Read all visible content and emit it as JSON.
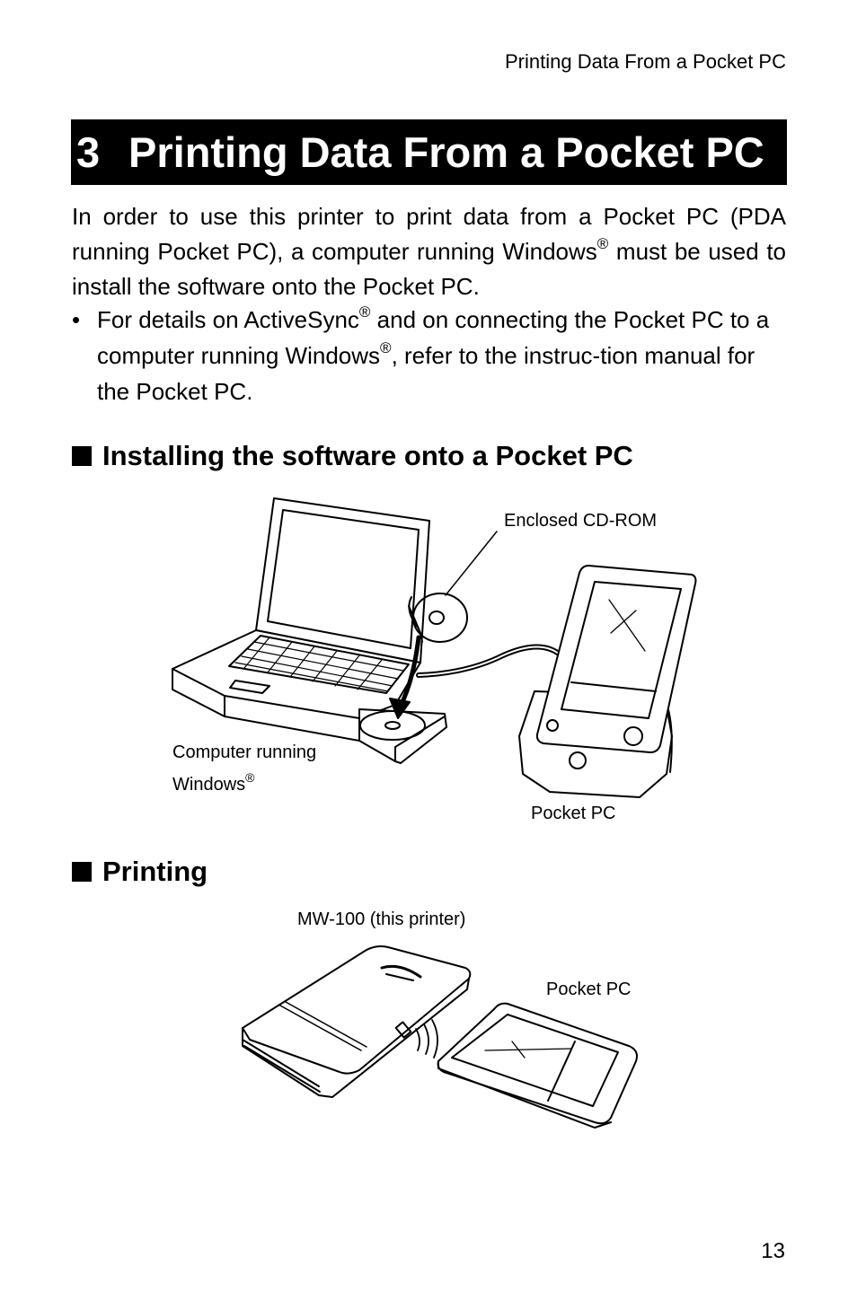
{
  "running_header": "Printing Data From a Pocket PC",
  "chapter": {
    "number": "3",
    "title": "Printing Data From a Pocket PC"
  },
  "intro": {
    "part1": "In order to use this printer to print data from a Pocket PC (PDA running Pocket PC), a computer running Windows",
    "reg": "®",
    "part2": " must be used to install the software onto the Pocket PC."
  },
  "bullet": {
    "marker": "•",
    "part1": "For details on ActiveSync",
    "reg1": "®",
    "part2": " and on connecting the Pocket PC to a computer running Windows",
    "reg2": "®",
    "part3": ", refer to the instruc-tion manual for the Pocket PC."
  },
  "sections": {
    "install": {
      "heading": "Installing the software onto a Pocket PC",
      "labels": {
        "cdrom": "Enclosed CD-ROM",
        "computer_line1": "Computer running",
        "computer_line2": "Windows",
        "computer_reg": "®",
        "pocketpc": "Pocket PC"
      }
    },
    "printing": {
      "heading": "Printing",
      "labels": {
        "printer": "MW-100 (this printer)",
        "pocketpc": "Pocket PC"
      }
    }
  },
  "page_number": "13"
}
